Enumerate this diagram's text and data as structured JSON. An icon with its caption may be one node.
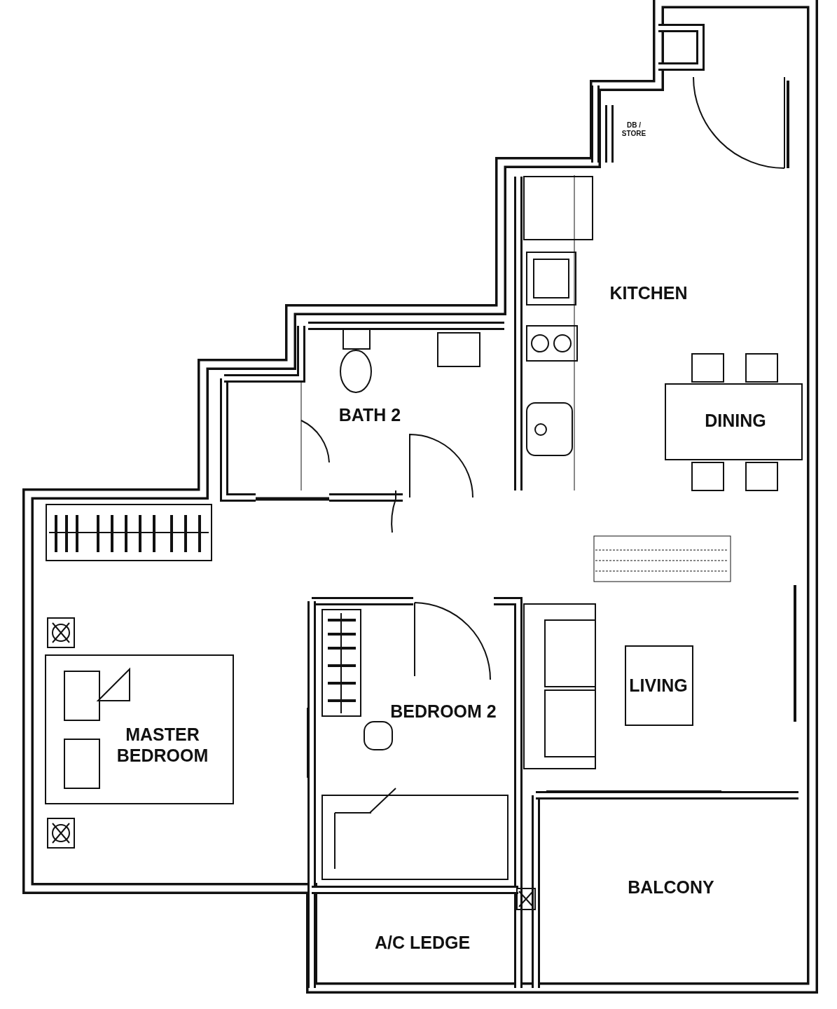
{
  "diagram": {
    "labels": [
      "DB / STORE",
      "KITCHEN",
      "BATH 2",
      "DINING",
      "MASTER BEDROOM",
      "BEDROOM 2",
      "LIVING",
      "BALCONY",
      "A/C LEDGE"
    ]
  }
}
